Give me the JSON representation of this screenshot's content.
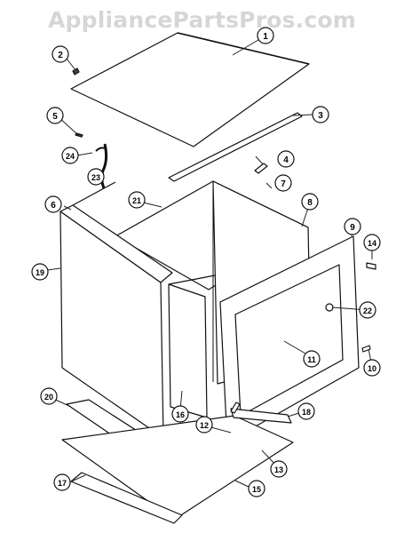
{
  "watermark": "AppliancePartsPros.com",
  "callouts": [
    {
      "id": "c1",
      "label": "1"
    },
    {
      "id": "c2",
      "label": "2"
    },
    {
      "id": "c3",
      "label": "3"
    },
    {
      "id": "c4",
      "label": "4"
    },
    {
      "id": "c5",
      "label": "5"
    },
    {
      "id": "c6",
      "label": "6"
    },
    {
      "id": "c7",
      "label": "7"
    },
    {
      "id": "c8",
      "label": "8"
    },
    {
      "id": "c9",
      "label": "9"
    },
    {
      "id": "c10",
      "label": "10"
    },
    {
      "id": "c11",
      "label": "11"
    },
    {
      "id": "c12",
      "label": "12"
    },
    {
      "id": "c13",
      "label": "13"
    },
    {
      "id": "c14",
      "label": "14"
    },
    {
      "id": "c15",
      "label": "15"
    },
    {
      "id": "c16",
      "label": "16"
    },
    {
      "id": "c17",
      "label": "17"
    },
    {
      "id": "c18",
      "label": "18"
    },
    {
      "id": "c19",
      "label": "19"
    },
    {
      "id": "c20",
      "label": "20"
    },
    {
      "id": "c21",
      "label": "21"
    },
    {
      "id": "c22",
      "label": "22"
    },
    {
      "id": "c23",
      "label": "23"
    },
    {
      "id": "c24",
      "label": "24"
    }
  ]
}
